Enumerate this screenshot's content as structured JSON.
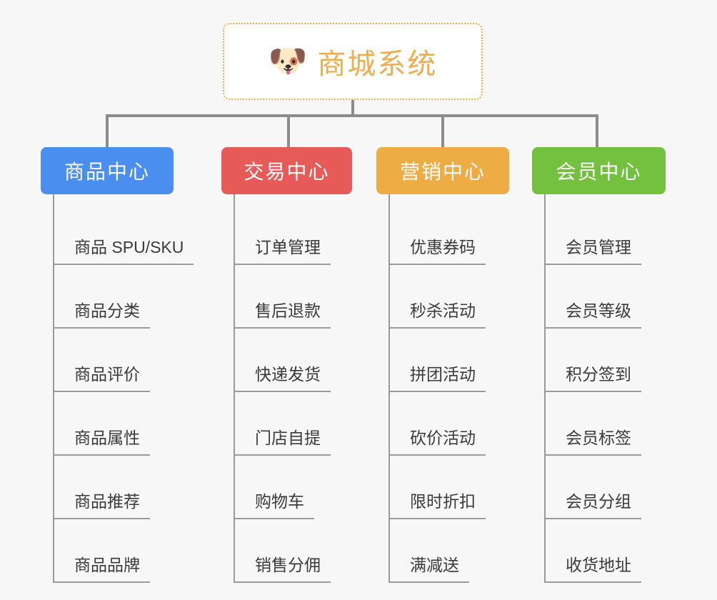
{
  "diagram": {
    "type": "mindmap",
    "background_color": "#f7f7f7",
    "root": {
      "icon": "dog-face-icon",
      "icon_glyph": "🐶",
      "title": "商城系统",
      "text_color": "#f0ad4e",
      "border_color": "#f0ad4e",
      "border_style": "dotted"
    },
    "connector_color": "#8c8c8c",
    "branches": [
      {
        "label": "商品中心",
        "color": "#4a8ef0",
        "items": [
          "商品 SPU/SKU",
          "商品分类",
          "商品评价",
          "商品属性",
          "商品推荐",
          "商品品牌"
        ]
      },
      {
        "label": "交易中心",
        "color": "#e65a57",
        "items": [
          "订单管理",
          "售后退款",
          "快递发货",
          "门店自提",
          "购物车",
          "销售分佣"
        ]
      },
      {
        "label": "营销中心",
        "color": "#eeac44",
        "items": [
          "优惠券码",
          "秒杀活动",
          "拼团活动",
          "砍价活动",
          "限时折扣",
          "满减送"
        ]
      },
      {
        "label": "会员中心",
        "color": "#73c13e",
        "items": [
          "会员管理",
          "会员等级",
          "积分签到",
          "会员标签",
          "会员分组",
          "收货地址"
        ]
      }
    ]
  }
}
